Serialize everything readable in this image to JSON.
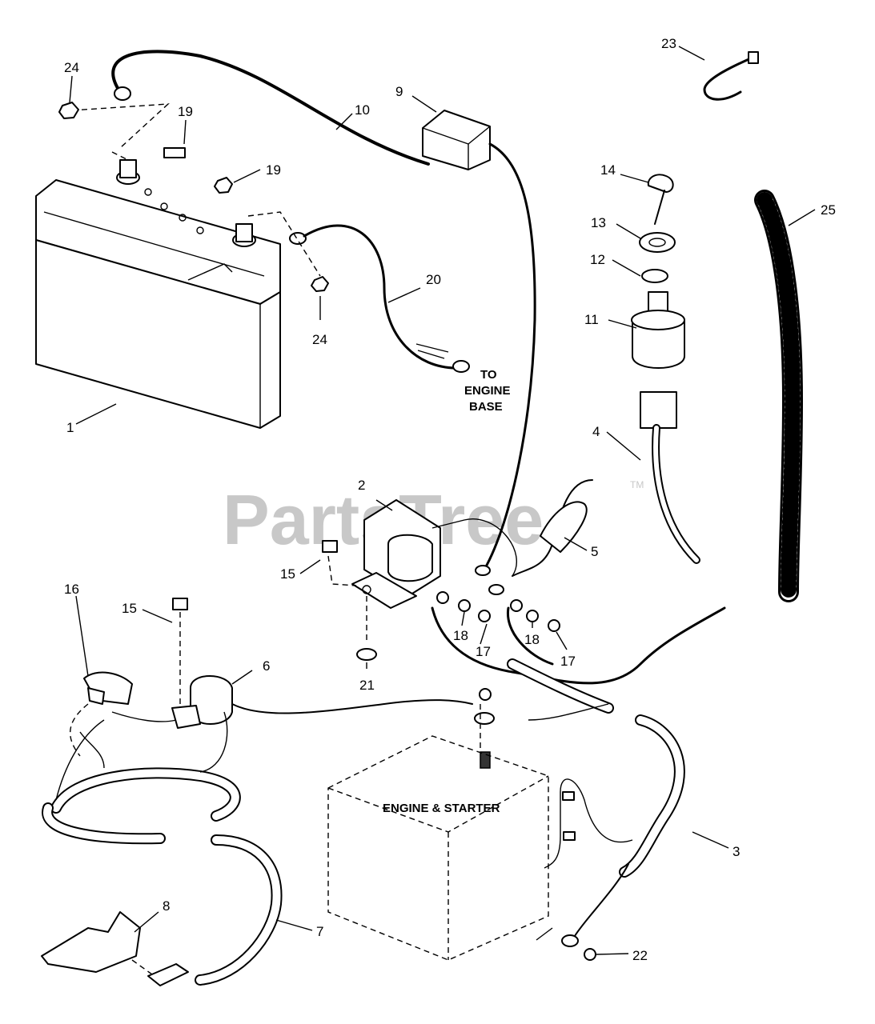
{
  "watermark": {
    "brand": "PartsTree",
    "tm": "TM"
  },
  "labels": {
    "to_engine_base": [
      "TO",
      "ENGINE",
      "BASE"
    ],
    "engine_starter": "ENGINE & STARTER"
  },
  "part_numbers": {
    "p1": "1",
    "p2": "2",
    "p3": "3",
    "p4": "4",
    "p5": "5",
    "p6": "6",
    "p7": "7",
    "p8": "8",
    "p9": "9",
    "p10": "10",
    "p11": "11",
    "p12": "12",
    "p13": "13",
    "p14": "14",
    "p15a": "15",
    "p15b": "15",
    "p16": "16",
    "p17a": "17",
    "p17b": "17",
    "p18a": "18",
    "p18b": "18",
    "p19a": "19",
    "p19b": "19",
    "p20": "20",
    "p21": "21",
    "p22": "22",
    "p23": "23",
    "p24a": "24",
    "p24b": "24",
    "p25": "25"
  }
}
